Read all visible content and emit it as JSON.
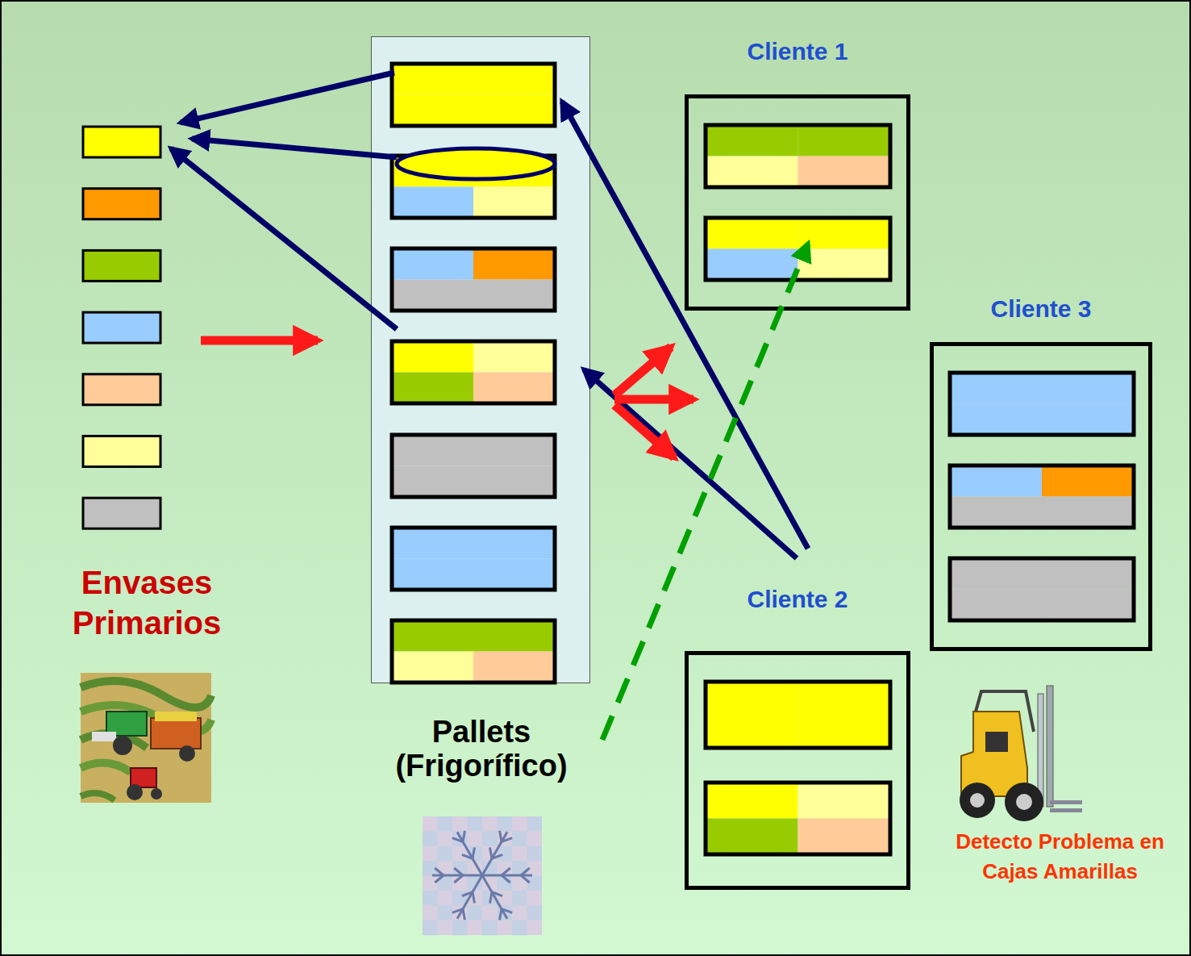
{
  "diagram": {
    "nodes": [
      {
        "text": [
          "Pallets (Frigorífico)"
        ]
      },
      {
        "text": [
          "Cliente 1"
        ]
      },
      {
        "text": [
          "Cliente 3"
        ]
      },
      {
        "text": [
          "Cliente 2"
        ]
      }
    ],
    "labels": [
      "Envases Primarios",
      "Detecto Problema en Cajas Amarillas"
    ]
  }
}
